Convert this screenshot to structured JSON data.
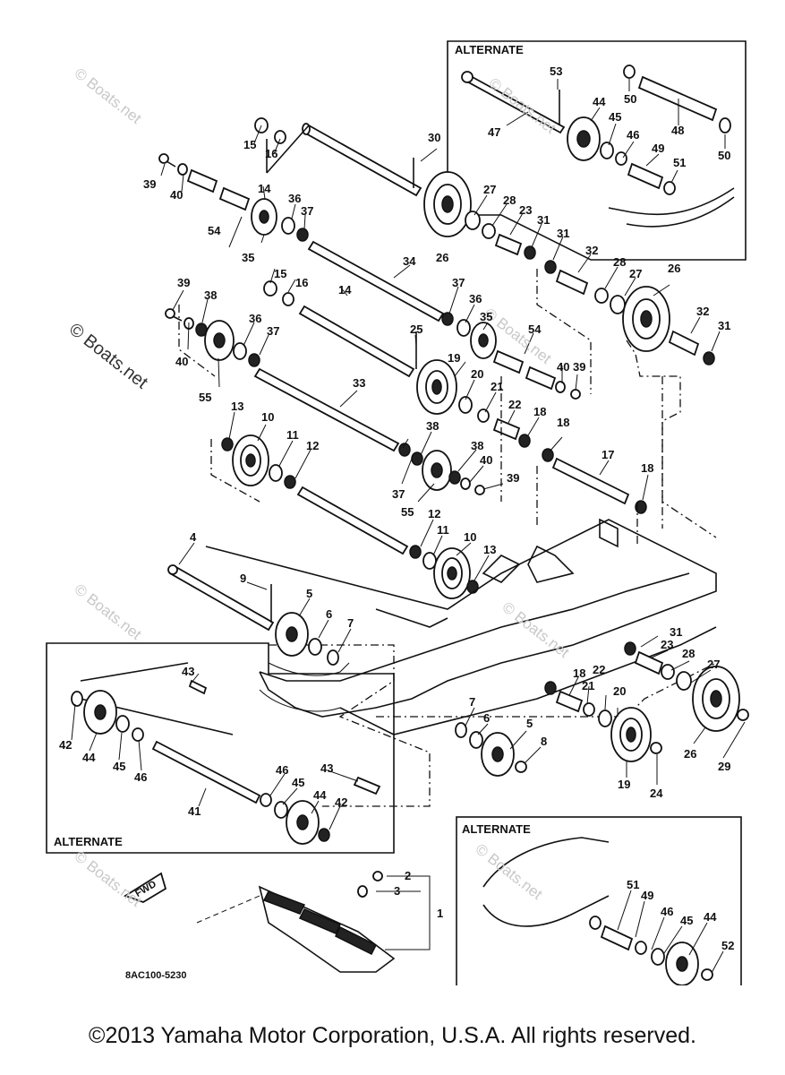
{
  "labels": {
    "alternate_1": "ALTERNATE",
    "alternate_2": "ALTERNATE",
    "alternate_3": "ALTERNATE",
    "diagram_code": "8AC100-5230",
    "fwd": "FWD",
    "watermark": "© Boats.net",
    "copyright": "©2013 Yamaha Motor Corporation, U.S.A. All rights reserved."
  },
  "callouts": [
    "53",
    "50",
    "47",
    "44",
    "45",
    "46",
    "48",
    "49",
    "51",
    "50",
    "30",
    "27",
    "28",
    "23",
    "31",
    "31",
    "32",
    "28",
    "27",
    "26",
    "32",
    "31",
    "15",
    "16",
    "39",
    "40",
    "14",
    "36",
    "37",
    "54",
    "35",
    "26",
    "34",
    "15",
    "16",
    "14",
    "39",
    "38",
    "36",
    "37",
    "25",
    "37",
    "36",
    "35",
    "54",
    "40",
    "39",
    "40",
    "55",
    "19",
    "20",
    "21",
    "22",
    "18",
    "18",
    "17",
    "18",
    "33",
    "13",
    "10",
    "11",
    "12",
    "38",
    "38",
    "40",
    "39",
    "37",
    "55",
    "12",
    "11",
    "10",
    "13",
    "4",
    "9",
    "5",
    "6",
    "7",
    "43",
    "31",
    "23",
    "28",
    "27",
    "22",
    "18",
    "21",
    "20",
    "26",
    "29",
    "42",
    "44",
    "45",
    "46",
    "41",
    "46",
    "45",
    "44",
    "42",
    "43",
    "7",
    "6",
    "5",
    "8",
    "19",
    "24",
    "51",
    "49",
    "46",
    "45",
    "44",
    "52",
    "2",
    "3",
    "1"
  ]
}
